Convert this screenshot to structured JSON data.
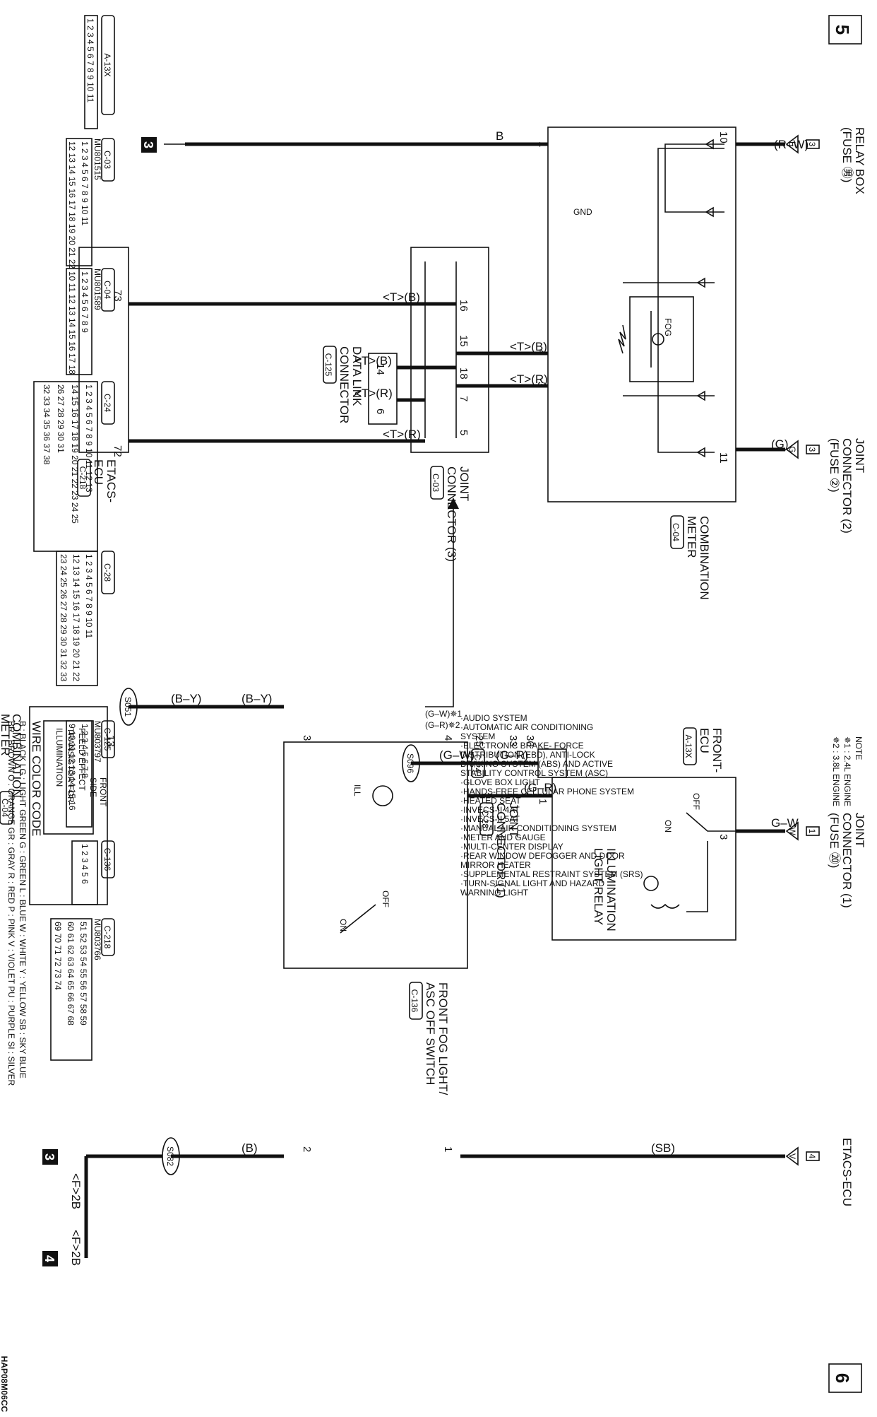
{
  "page_numbers": {
    "top": "5",
    "bottom": "6"
  },
  "drawing_id": "HAP08M06CC",
  "notes": {
    "title": "NOTE",
    "items": [
      "✵1 : 2.4L ENGINE",
      "✵2 : 3.8L ENGINE"
    ]
  },
  "left_diagram": {
    "relay_box": [
      "RELAY BOX",
      "(FUSE ㊚)"
    ],
    "relay_box_term": "3",
    "relay_box_pin": "E",
    "joint_conn2": [
      "JOINT",
      "CONNECTOR (2)",
      "(FUSE ②)"
    ],
    "joint_conn2_term": "3",
    "joint_conn2_pin": "G",
    "combination_meter": [
      "COMBINATION",
      "METER"
    ],
    "combination_meter_id": "C-04",
    "joint_conn3": [
      "JOINT",
      "CONNECTOR (3)"
    ],
    "joint_conn3_id": "C-03",
    "data_link": [
      "DATA LINK",
      "CONNECTOR"
    ],
    "data_link_id": "C-125",
    "etacs_ecu": [
      "ETACS-",
      "ECU"
    ],
    "etacs_ecu_id": "C-218",
    "gnd": "GND",
    "fog": "FOG",
    "wires": {
      "rw": "(R–W)",
      "g": "(G)",
      "b": "B",
      "tb": "<T>(B)",
      "tr": "<T>(R)"
    },
    "pins": {
      "p10": "10",
      "p11": "11",
      "p1": "1",
      "p4": "4",
      "p3": "3",
      "p16": "16",
      "p15": "15",
      "p18": "18",
      "p7": "7",
      "p5": "5",
      "p14": "14",
      "p6": "6",
      "p73": "73",
      "p72": "72"
    },
    "ground_box": "3"
  },
  "right_diagram": {
    "joint_conn1": [
      "JOINT",
      "CONNECTOR (1)",
      "(FUSE ⑳)"
    ],
    "joint_conn1_term": "1",
    "joint_conn1_pin": "W",
    "etacs_ecu_top": "ETACS-ECU",
    "etacs_term": "4",
    "etacs_pin": "V",
    "front_ecu": [
      "FRONT-",
      "ECU"
    ],
    "front_ecu_id": "A-13X",
    "light_relay": [
      "ILLUMINATION",
      "LIGHT RELAY"
    ],
    "off": "OFF",
    "on": "ON",
    "joint_conn1_lower": [
      "JOINT",
      "CONNECTOR (1)"
    ],
    "joint_conn1_lower_id": "C-28",
    "c24": "C-24",
    "switch_title": [
      "FRONT FOG LIGHT/",
      "ASC OFF SWITCH"
    ],
    "switch_id": "C-136",
    "ill": "ILL",
    "comb_meter": [
      "COMBINATION",
      "METER"
    ],
    "comb_meter_id": "C-04",
    "fet": [
      "FEELD EFFECT",
      "TRANSISTOR FOR",
      "ILLUMINATION"
    ],
    "splices": {
      "s096": "S096",
      "s051": "S051",
      "s082": "S082"
    },
    "wires": {
      "gw": "G–W",
      "sb": "(SB)",
      "gr": "(G–R)",
      "gw2": "(G–W)",
      "gw1": "(G–W)✵1",
      "gr2": "(G–R)✵2",
      "by": "(B–Y)",
      "by2": "(B–Y)",
      "b": "(B)",
      "f2b": "<F>2B",
      "f2b2": "<F>2B"
    },
    "pins": {
      "p3": "3",
      "p1": "1",
      "p30": "30",
      "p33": "33",
      "p25": "25",
      "p4": "4",
      "p3b": "3",
      "p13": "13",
      "p2": "2",
      "p1b": "1"
    },
    "page_refs": {
      "r3": "3",
      "r4": "4"
    }
  },
  "systems_list": [
    "·AUDIO SYSTEM",
    "·AUTOMATIC AIR CONDITIONING",
    "  SYSTEM",
    "·ELECTRONIC BRAKE- FORCE",
    "  DISTRIBUTION (EBD), ANTI-LOCK",
    "  BRAKING SYSTEM (ABS) AND ACTIVE",
    "  STABILITY CONTROL SYSTEM (ASC)",
    "·GLOVE BOX LIGHT",
    "·HANDS-FREE CELLULAR PHONE SYSTEM",
    "·HEATED SEAT",
    "·INVECS-II 4AT",
    "·INVECS-II 5AT",
    "·MANUAL AIR CONDITIONING SYSTEM",
    "·METER AND GAUGE",
    "·MULTI-CENTER DISPLAY",
    "·REAR WINDOW DEFOGGER AND DOOR",
    "  MIRROR HEATER",
    "·SUPPLEMENTAL RESTRAINT SYSTEM (SRS)",
    "·TURN-SIGNAL LIGHT AND HAZARD",
    "  WARNING LIGHT"
  ],
  "connectors": {
    "a13x": {
      "id": "A-13X",
      "rows": [
        "1 2 3 4 5 6 7 8 9 10 11"
      ]
    },
    "c03": {
      "id": "C-03",
      "part": "MU801515",
      "rows": [
        "1 2 3 4 5 6 7 8 9 10 11",
        "12 13 14 15 16 17 18 19 20 21 22"
      ]
    },
    "c04": {
      "id": "C-04",
      "part": "MU801589",
      "rows": [
        "1 2 3 4 5 6 7 8 9",
        "10 11 12 13 14 15 16 17 18"
      ]
    },
    "c24": {
      "id": "C-24",
      "rows": [
        "1 2 3 4 5 6 7 8 9 10 11 12 13",
        "14 15 16 17 18 19 20 21 22 23 24 25",
        "26 27 28 29 30 31",
        "32 33 34 35 36 37 38"
      ]
    },
    "c28": {
      "id": "C-28",
      "rows": [
        "1 2 3 4 5 6 7 8 9 10 11",
        "12 13 14 15 16 17 18 19 20 21 22",
        "23 24 25 26 27 28 29 30 31 32 33"
      ]
    },
    "c125": {
      "id": "C-125",
      "part": "MU803797",
      "rows": [
        "1 2 3 4 5 6 7 8",
        "9 10 11 12 13 14 15 16"
      ],
      "side": [
        "FRONT",
        "SIDE"
      ]
    },
    "c136": {
      "id": "C-136",
      "rows": [
        "1 2 3 4 5 6"
      ]
    },
    "c218": {
      "id": "C-218",
      "part": "MU803766",
      "rows": [
        "51 52 53 54 55 56 57 58 59",
        "60 61 62 63 64 65 66 67 68",
        "69 70 71 72 73 74"
      ]
    }
  },
  "color_code": {
    "title": "WIRE COLOR CODE",
    "row1": "B : BLACK   LG : LIGHT GREEN   G : GREEN   L : BLUE   W : WHITE   Y : YELLOW   SB : SKY BLUE",
    "row2": "BR : BROWN   O : ORANGE   GR : GRAY   R : RED   P : PINK   V : VIOLET   PU : PURPLE   SI : SILVER"
  }
}
